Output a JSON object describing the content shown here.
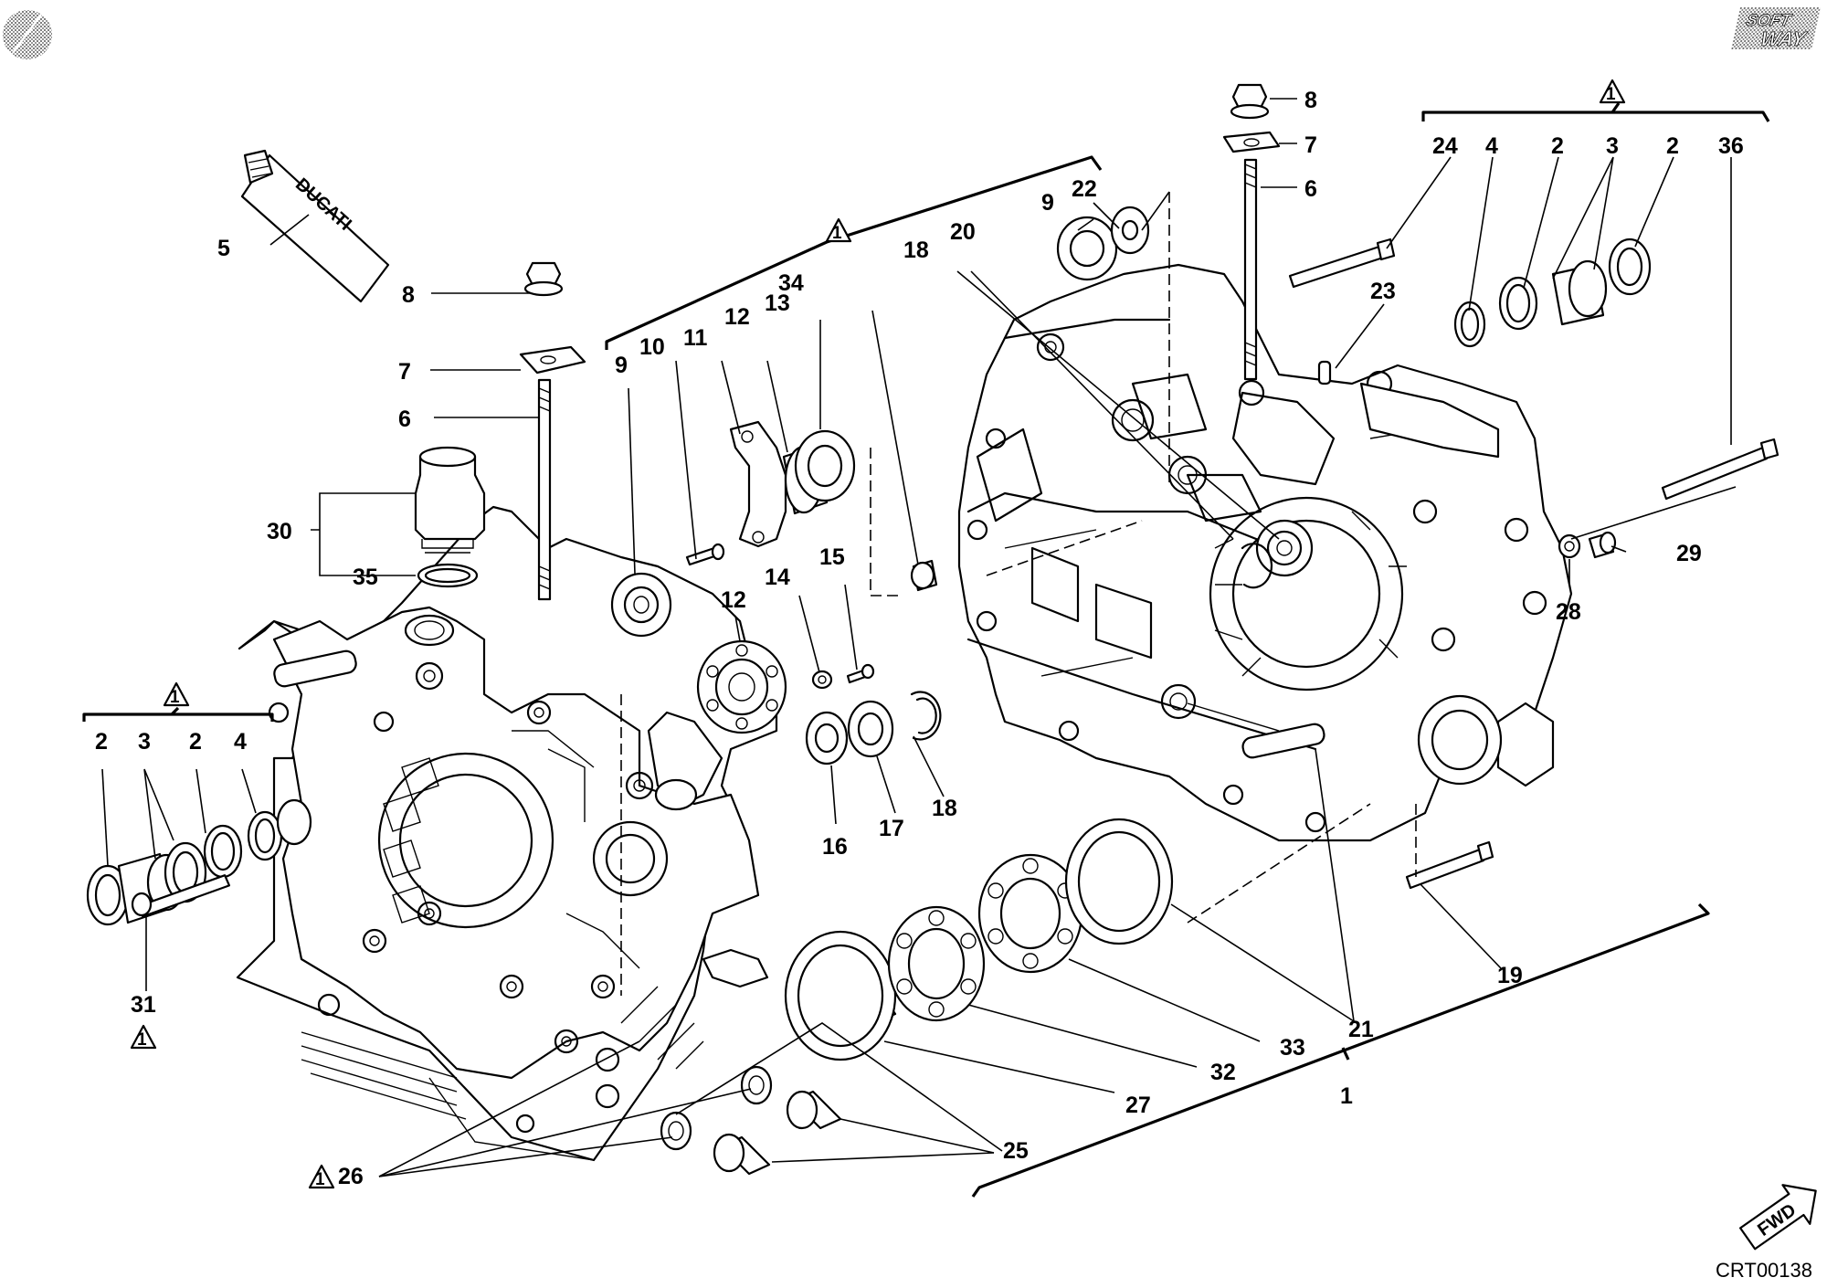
{
  "callouts": [
    {
      "text": "1"
    },
    {
      "text": "2"
    },
    {
      "text": "2"
    },
    {
      "text": "2"
    },
    {
      "text": "2"
    },
    {
      "text": "3"
    },
    {
      "text": "3"
    },
    {
      "text": "4"
    },
    {
      "text": "4"
    },
    {
      "text": "5"
    },
    {
      "text": "6"
    },
    {
      "text": "6"
    },
    {
      "text": "7"
    },
    {
      "text": "7"
    },
    {
      "text": "8"
    },
    {
      "text": "8"
    },
    {
      "text": "9"
    },
    {
      "text": "9"
    },
    {
      "text": "10"
    },
    {
      "text": "11"
    },
    {
      "text": "12"
    },
    {
      "text": "12"
    },
    {
      "text": "13"
    },
    {
      "text": "14"
    },
    {
      "text": "15"
    },
    {
      "text": "16"
    },
    {
      "text": "17"
    },
    {
      "text": "18"
    },
    {
      "text": "18"
    },
    {
      "text": "19"
    },
    {
      "text": "20"
    },
    {
      "text": "21"
    },
    {
      "text": "22"
    },
    {
      "text": "23"
    },
    {
      "text": "24"
    },
    {
      "text": "25"
    },
    {
      "text": "26"
    },
    {
      "text": "27"
    },
    {
      "text": "28"
    },
    {
      "text": "29"
    },
    {
      "text": "30"
    },
    {
      "text": "31"
    },
    {
      "text": "32"
    },
    {
      "text": "33"
    },
    {
      "text": "34"
    },
    {
      "text": "35"
    },
    {
      "text": "36"
    }
  ],
  "kit_symbol": {
    "text": "1"
  },
  "tube_brand": "DUCATI",
  "logo": {
    "line1": "SOFT",
    "line2": "WAY"
  },
  "fwd_label": "FWD",
  "drawing_code": "CRT00138"
}
